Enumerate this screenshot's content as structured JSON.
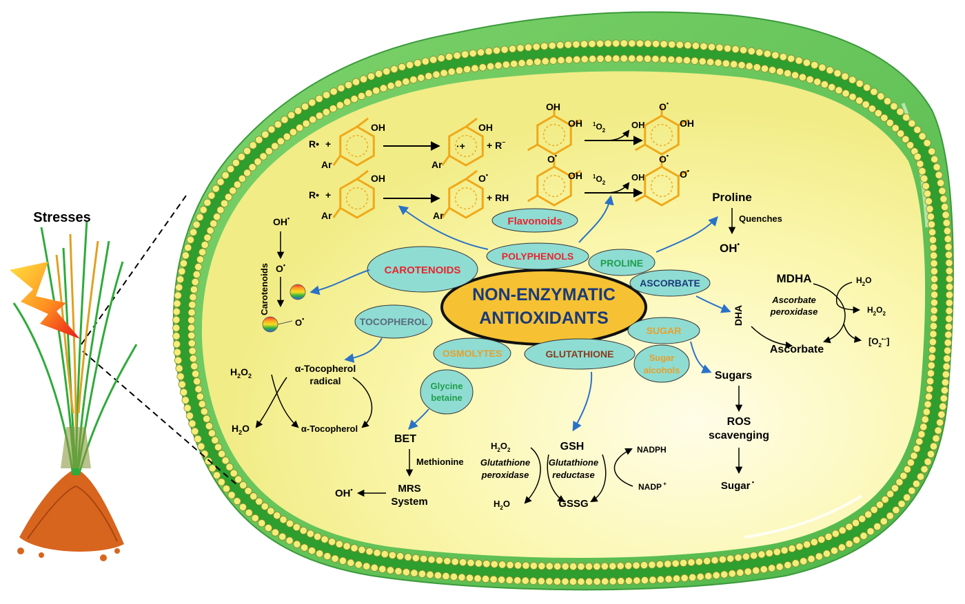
{
  "stresses_label": "Stresses",
  "center": {
    "line1": "NON-ENZYMATIC",
    "line2": "ANTIOXIDANTS"
  },
  "nodes": {
    "flavonoids": "Flavonoids",
    "polyphenols": "POLYPHENOLS",
    "carotenoids": "CAROTENOIDS",
    "proline": "PROLINE",
    "ascorbate": "ASCORBATE",
    "tocopherol": "TOCOPHEROL",
    "sugar": "SUGAR",
    "osmolytes": "OSMOLYTES",
    "glutathione": "GLUTATHIONE",
    "sugar_alcohols_1": "Sugar",
    "sugar_alcohols_2": "alcohols",
    "glycine_betaine_1": "Glycine",
    "glycine_betaine_2": "betaine"
  },
  "phenol": {
    "r_dot": "R•",
    "plus": "+",
    "oh": "OH",
    "ar": "Ar",
    "o_rad": "O",
    "plus_r_minus": "+ R",
    "plus_rh": "+ RH",
    "singlet_o2": "O",
    "singlet_sup": "1",
    "singlet_sub": "2"
  },
  "proline_panel": {
    "title": "Proline",
    "quenches": "Quenches",
    "oh": "OH"
  },
  "carotenoid_panel": {
    "oh": "OH",
    "o": "O",
    "label": "Carotenoids",
    "o_end": "O"
  },
  "ascorbate_panel": {
    "mdha": "MDHA",
    "enzyme1": "Ascorbate",
    "enzyme2": "peroxidase",
    "h2o": "H",
    "h2o2": "H",
    "o2": "[O",
    "dha": "DHA",
    "ascorbate": "Ascorbate"
  },
  "tocopherol_panel": {
    "h2o2": "H",
    "radical1": "α-Tocopherol",
    "radical2": "radical",
    "h2o": "H",
    "tocopherol": "α-Tocopherol"
  },
  "betaine_panel": {
    "bet": "BET",
    "methionine": "Methionine",
    "oh": "OH",
    "mrs1": "MRS",
    "mrs2": "System"
  },
  "glutathione_panel": {
    "h2o2": "H",
    "gsh": "GSH",
    "nadph": "NADPH",
    "gp1": "Glutathione",
    "gp2": "peroxidase",
    "gr1": "Glutathione",
    "gr2": "reductase",
    "nadp": "NADP",
    "h2o": "H",
    "gssg": "GSSG"
  },
  "sugar_panel": {
    "sugars": "Sugars",
    "ros1": "ROS",
    "ros2": "scavenging",
    "sugar_rad": "Sugar"
  },
  "colors": {
    "cell_green": "#5dc25a",
    "membrane_green": "#2e9e2e",
    "cytoplasm": "#fbf7a8",
    "center_fill": "#f6c233",
    "node_fill": "#8fdcd3",
    "red_text": "#e8262d",
    "green_text": "#1f9e4a",
    "navy_text": "#1a3a7a",
    "orange_text": "#e8a02a",
    "gray_text": "#5a6b7a",
    "brown_text": "#8a3b1a",
    "phenol_orange": "#f0a818",
    "arrow_blue": "#2a72c8"
  }
}
